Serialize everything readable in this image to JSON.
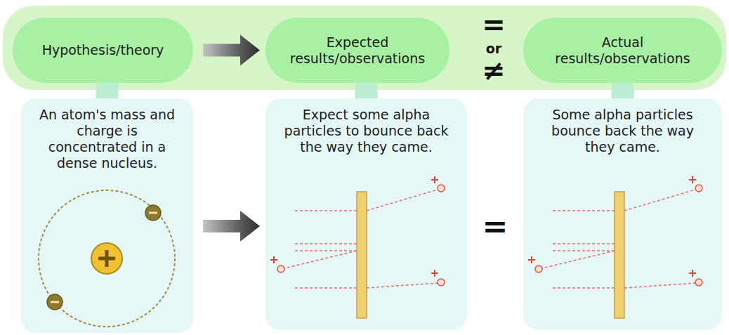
{
  "diagram": {
    "nodes": [
      {
        "text": [
          "Hypothesis/theory"
        ]
      },
      {
        "text": [
          "Expected results/observations"
        ]
      },
      {
        "text": [
          "Actual results/observations"
        ]
      },
      {
        "text": [
          "An atom's mass and charge is concentrated in a dense nucleus."
        ]
      },
      {
        "text": [
          "Expect some alpha particles to bounce back the way they came."
        ]
      },
      {
        "text": [
          "Some alpha particles bounce back the way they came."
        ]
      }
    ],
    "edges": [
      {
        "from": 0,
        "to": 1,
        "arrow": "to"
      },
      {
        "from": 3,
        "to": 4,
        "arrow": "to"
      },
      {
        "from": 0,
        "to": 3,
        "arrow": "none"
      },
      {
        "from": 1,
        "to": 4,
        "arrow": "none"
      },
      {
        "from": 2,
        "to": 5,
        "arrow": "none"
      }
    ],
    "labels": [
      "=",
      "or",
      "≠",
      "="
    ]
  }
}
